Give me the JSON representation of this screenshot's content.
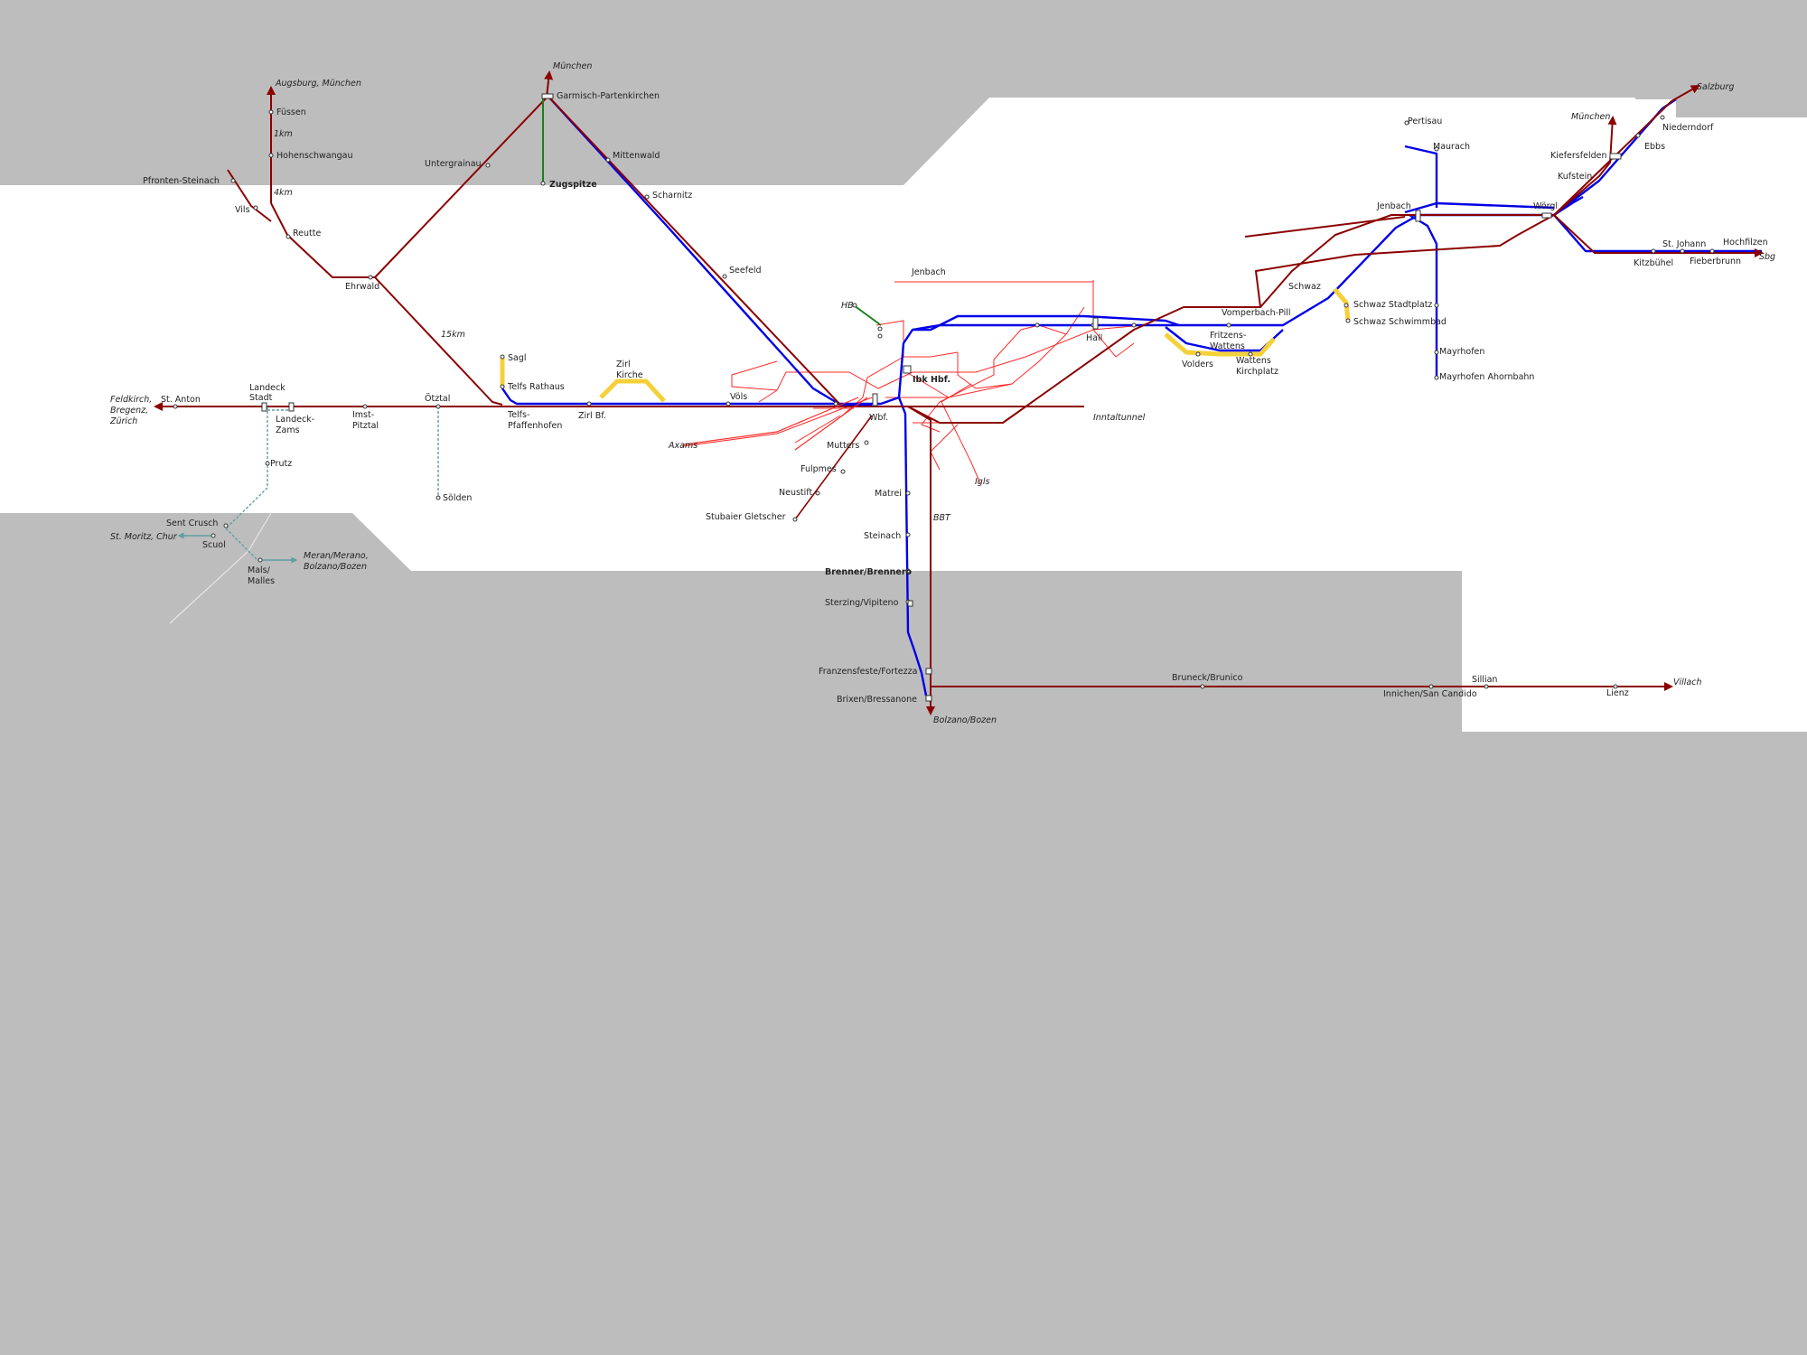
{
  "colors": {
    "background": "#bdbdbd",
    "land": "#ffffff",
    "mainline": "#8b0000",
    "s_bahn": "#0000e6",
    "tram": "#ff2a2a",
    "funicular": "#f5d038",
    "cog_railway": "#1a7f1a",
    "planned": "#5f9ea0"
  },
  "stations": {
    "augsburg": "Augsburg, München",
    "fussen": "Füssen",
    "km1": "1km",
    "hohenschwangau": "Hohenschwangau",
    "km4": "4km",
    "pfronten": "Pfronten-Steinach",
    "vils": "Vils",
    "reutte": "Reutte",
    "ehrwald": "Ehrwald",
    "km15": "15km",
    "muenchen_north": "München",
    "garmisch": "Garmisch-Partenkirchen",
    "untergrainau": "Untergrainau",
    "zugspitze": "Zugspitze",
    "mittenwald": "Mittenwald",
    "scharnitz": "Scharnitz",
    "seefeld": "Seefeld",
    "feldkirch1": "Feldkirch,",
    "feldkirch2": "Bregenz,",
    "feldkirch3": "Zürich",
    "st_anton": "St. Anton",
    "landeck_stadt1": "Landeck",
    "landeck_stadt2": "Stadt",
    "landeck_zams1": "Landeck-",
    "landeck_zams2": "Zams",
    "imst1": "Imst-",
    "imst2": "Pitztal",
    "oetztal": "Ötztal",
    "soelden": "Sölden",
    "prutz": "Prutz",
    "sent": "Sent Crusch",
    "stmoritz": "St. Moritz, Chur",
    "scuol": "Scuol",
    "mals1": "Mals/",
    "mals2": "Malles",
    "meran1": "Meran/Merano,",
    "meran2": "Bolzano/Bozen",
    "sagl": "Sagl",
    "telfs_rathaus": "Telfs Rathaus",
    "telfs1": "Telfs-",
    "telfs2": "Pfaffenhofen",
    "zirl_kirche1": "Zirl",
    "zirl_kirche2": "Kirche",
    "zirl_bf": "Zirl Bf.",
    "voels": "Völs",
    "axams": "Axams",
    "mutters": "Mutters",
    "fulpmes": "Fulpmes",
    "neustift": "Neustift",
    "stubaier": "Stubaier Gletscher",
    "hb": "HB",
    "jenbach_tram": "Jenbach",
    "ibk_hbf": "Ibk Hbf.",
    "wbf": "Wbf.",
    "igls": "Igls",
    "matrei": "Matrei",
    "bbt": "BBT",
    "steinach": "Steinach",
    "brenner": "Brenner/Brennero",
    "sterzing": "Sterzing/Vipiteno",
    "franzensfeste": "Franzensfeste/Fortezza",
    "brixen": "Brixen/Bressanone",
    "bolzano": "Bolzano/Bozen",
    "bruneck": "Bruneck/Brunico",
    "sillian": "Sillian",
    "innichen": "Innichen/San Candido",
    "lienz": "Lienz",
    "villach": "Villach",
    "hall": "Hall",
    "inntaltunnel": "Inntaltunnel",
    "vomperbach": "Vomperbach-Pill",
    "fritzens1": "Fritzens-",
    "fritzens2": "Wattens",
    "volders": "Volders",
    "wattens_k1": "Wattens",
    "wattens_k2": "Kirchplatz",
    "schwaz": "Schwaz",
    "schwaz_stadtplatz": "Schwaz Stadtplatz",
    "schwaz_schwimmbad": "Schwaz Schwimmbad",
    "jenbach": "Jenbach",
    "pertisau": "Pertisau",
    "maurach": "Maurach",
    "mayrhofen": "Mayrhofen",
    "mayrhofen_ahorn": "Mayrhofen Ahornbahn",
    "woergl": "Wörgl",
    "muenchen_east": "München",
    "kiefersfelden": "Kiefersfelden",
    "kufstein": "Kufstein",
    "niederndorf": "Niederndorf",
    "ebbs": "Ebbs",
    "salzburg": "Salzburg",
    "st_johann": "St. Johann",
    "hochfilzen": "Hochfilzen",
    "kitzbuehel": "Kitzbühel",
    "fieberbrunn": "Fieberbrunn",
    "sbg": "Sbg"
  }
}
